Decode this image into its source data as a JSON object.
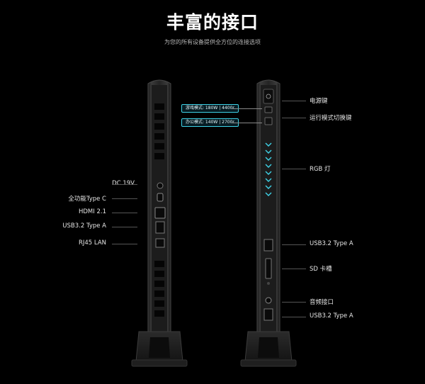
{
  "header": {
    "title": "丰富的接口",
    "subtitle": "为您的所有设备提供全方位的连接选项"
  },
  "left_ports": [
    {
      "label": "DC 19V"
    },
    {
      "label": "全功能Type C"
    },
    {
      "label": "HDMI 2.1"
    },
    {
      "label": "USB3.2 Type A"
    },
    {
      "label": "RJ45 LAN"
    }
  ],
  "right_ports": [
    {
      "label": "电源键"
    },
    {
      "label": "运行模式切换键"
    },
    {
      "label": "RGB 灯"
    },
    {
      "label": "USB3.2 Type A"
    },
    {
      "label": "SD 卡槽"
    },
    {
      "label": "音频接口"
    },
    {
      "label": "USB3.2 Type A"
    }
  ],
  "modes": [
    {
      "label": "游戏模式: 180W | 4400r"
    },
    {
      "label": "办公模式: 140W | 2700r"
    }
  ],
  "colors": {
    "accent": "#3fd3e8",
    "background": "#000000"
  },
  "icons": [
    "power-button-icon",
    "mode-switch-icon",
    "rgb-light-chevron-icon"
  ]
}
